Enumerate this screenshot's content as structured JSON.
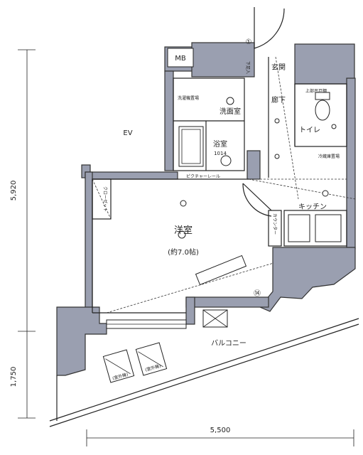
{
  "rooms": {
    "mb": "MB",
    "ev": "EV",
    "genkan": "玄関",
    "rouka": "廊下",
    "senmenshitsu": "洗面室",
    "yokushitsu": "浴室",
    "yokushitsu_size": "1014",
    "toilet": "トイレ",
    "kitchen": "キッチン",
    "youshitsu": "洋室",
    "youshitsu_size": "(約7.0帖)",
    "closet": "クローゼット",
    "balcony": "バルコニー",
    "shoe_box": "下足入",
    "washer_space": "洗濯機置場",
    "upper_shelf": "上部吊戸棚",
    "fridge_space": "冷蔵庫置場",
    "counter": "カウンター",
    "picture_rail": "ピクチャーレール",
    "outdoor_unit_1": "(室外機)",
    "outdoor_unit_2": "(室外機)"
  },
  "dimensions": {
    "vertical_main": "5,920",
    "vertical_balcony": "1,750",
    "horizontal": "5,500"
  },
  "markers": {
    "m1": "①",
    "m14": "⑭"
  },
  "colors": {
    "wall": "#9a9fb0",
    "wall_dark": "#6e7384",
    "line": "#222222",
    "background": "#ffffff"
  }
}
